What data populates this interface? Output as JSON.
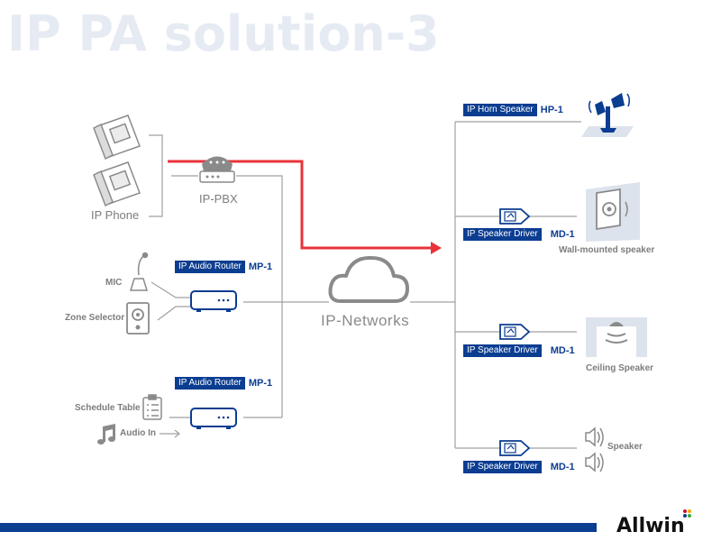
{
  "title": "IP PA solution-3",
  "left": {
    "ip_phone": "IP Phone",
    "ip_pbx": "IP-PBX",
    "mic": "MIC",
    "zone_selector": "Zone Selector",
    "schedule_table": "Schedule Table",
    "audio_in": "Audio In",
    "router1": {
      "tag": "IP Audio Router",
      "code": "MP-1"
    },
    "router2": {
      "tag": "IP Audio Router",
      "code": "MP-1"
    }
  },
  "center": {
    "network": "IP-Networks"
  },
  "right": {
    "horn": {
      "tag": "IP Horn Speaker",
      "code": "HP-1"
    },
    "driver1": {
      "tag": "IP Speaker Driver",
      "code": "MD-1",
      "device": "Wall-mounted speaker"
    },
    "driver2": {
      "tag": "IP Speaker Driver",
      "code": "MD-1",
      "device": "Ceiling Speaker"
    },
    "driver3": {
      "tag": "IP Speaker Driver",
      "code": "MD-1",
      "device": "Speaker"
    }
  },
  "brand": {
    "logo": "Allwin"
  },
  "colors": {
    "accent": "#0b3d91",
    "signal": "#e8333a",
    "line": "#a0a0a0"
  }
}
